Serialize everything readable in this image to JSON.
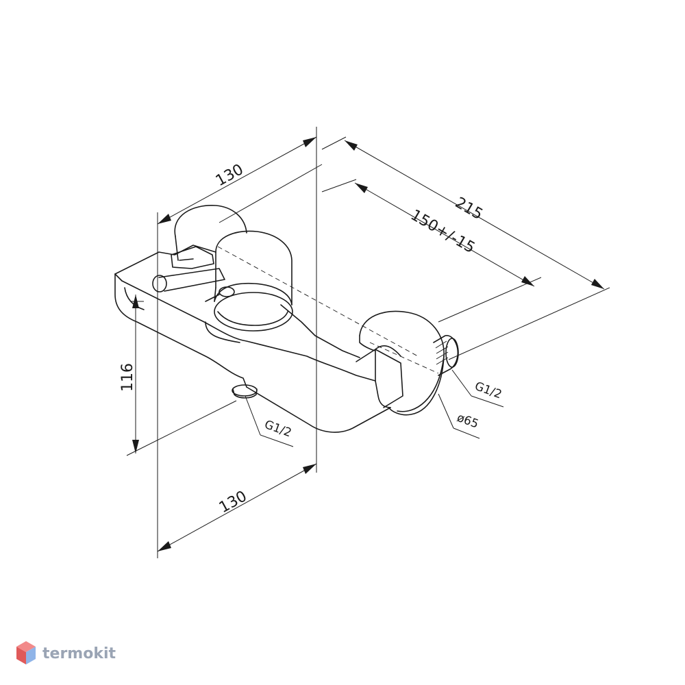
{
  "dimensions": {
    "width_top": "130",
    "width_bottom": "130",
    "height": "116",
    "total_length": "215",
    "center_distance": "150+/-15",
    "inlet_thread": "G1/2",
    "outlet_thread": "G1/2",
    "flange_diameter": "ø65"
  },
  "watermark": {
    "text": "termokit",
    "colors": {
      "top": "#f28a8a",
      "left": "#e05a5a",
      "right": "#8fb4e8",
      "text": "#9aa4b4"
    }
  }
}
